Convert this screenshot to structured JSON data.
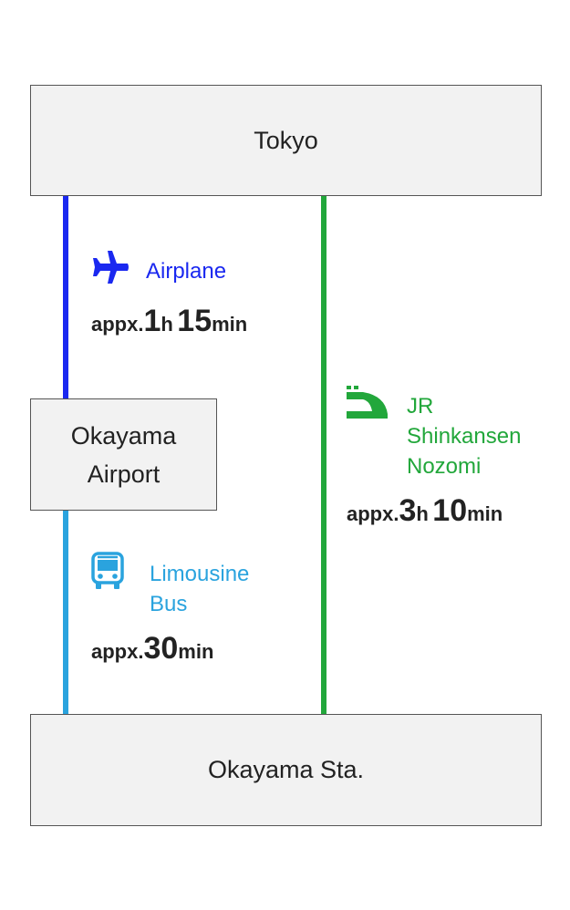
{
  "colors": {
    "airplane": "#1a28f0",
    "bus": "#2aa3de",
    "jr": "#22a73b"
  },
  "stations": {
    "top": "Tokyo",
    "middle_line1": "Okayama",
    "middle_line2": "Airport",
    "bottom": "Okayama Sta."
  },
  "airplane": {
    "icon": "airplane-icon",
    "label": "Airplane",
    "time_prefix": "appx.",
    "hours": "1",
    "hours_unit": "h",
    "minutes": "15",
    "minutes_unit": "min"
  },
  "bus": {
    "icon": "bus-icon",
    "label_line1": "Limousine",
    "label_line2": "Bus",
    "time_prefix": "appx.",
    "minutes": "30",
    "minutes_unit": "min"
  },
  "jr": {
    "icon": "shinkansen-icon",
    "label_line1": "JR",
    "label_line2": "Shinkansen",
    "label_line3": "Nozomi",
    "time_prefix": "appx.",
    "hours": "3",
    "hours_unit": "h",
    "minutes": "10",
    "minutes_unit": "min"
  }
}
